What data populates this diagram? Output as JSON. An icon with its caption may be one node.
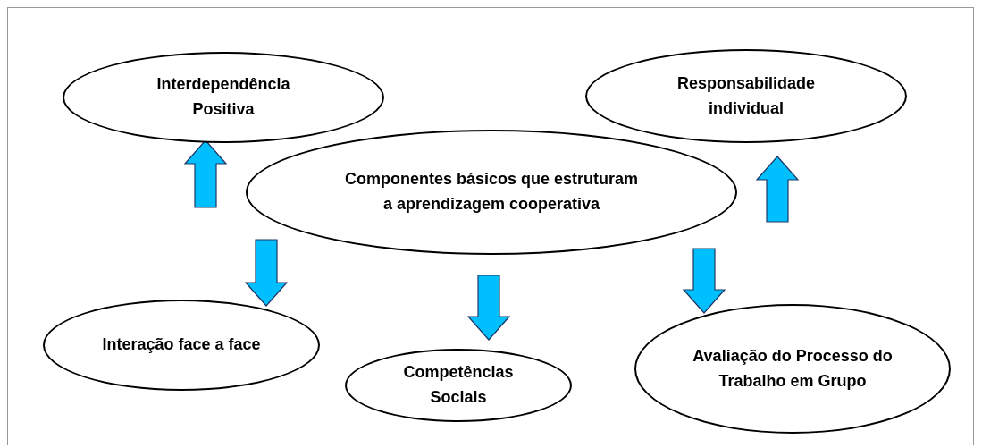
{
  "diagram": {
    "nodes": [
      {
        "text": [
          "Componentes básicos que estruturam a aprendizagem cooperativa"
        ]
      },
      {
        "text": [
          "Interdependência Positiva"
        ]
      },
      {
        "text": [
          "Responsabilidade individual"
        ]
      },
      {
        "text": [
          "Interação face a face"
        ]
      },
      {
        "text": [
          "Competências Sociais"
        ]
      },
      {
        "text": [
          "Avaliação do Processo do Trabalho em Grupo"
        ]
      }
    ],
    "edges": [
      {
        "from": 0,
        "to": 1,
        "arrow": "to"
      },
      {
        "from": 0,
        "to": 3,
        "arrow": "to"
      },
      {
        "from": 0,
        "to": 4,
        "arrow": "to"
      },
      {
        "from": 0,
        "to": 5,
        "arrow": "to"
      },
      {
        "from": 0,
        "to": 2,
        "arrow": "to"
      }
    ]
  }
}
